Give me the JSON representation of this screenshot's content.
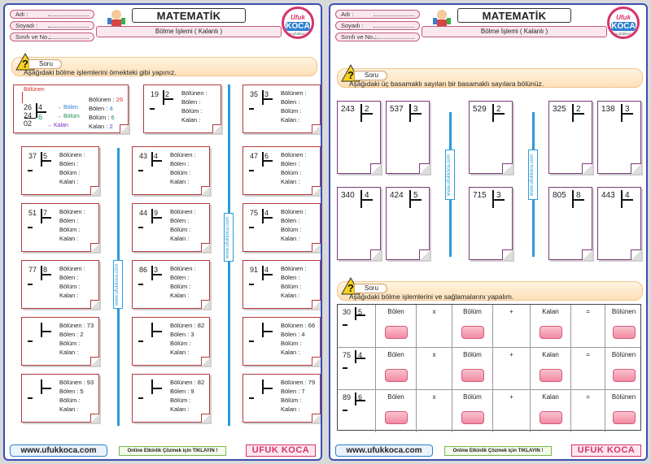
{
  "header": {
    "fields": [
      "Adı :",
      "Soyadı :",
      "Sınıfı ve No :"
    ],
    "title": "MATEMATİK",
    "subtitle": "Bölme İşlemi ( Kalanlı )",
    "logo_top": "Ufuk",
    "logo_mid": "KOCA",
    "logo_sub": "www.ufukkoca.com"
  },
  "left": {
    "soru": "Soru",
    "instruction": "Aşağıdaki bölme işlemlerini örnekteki gibi yapınız.",
    "example": {
      "top": "Bölünen",
      "n": "26",
      "d": "4",
      "sub": "24",
      "q": "6",
      "r": "02",
      "labels": [
        "Bölünen : ",
        "Bölen : ",
        "Bölüm : ",
        "Kalan : "
      ],
      "values": [
        "26",
        "4",
        "6",
        "2"
      ],
      "arrows": [
        "Bölen",
        "Bölüm",
        "Kalan"
      ]
    },
    "labels": [
      "Bölünen :",
      "Bölen :",
      "Bölüm :",
      "Kalan :"
    ],
    "cards": [
      {
        "n": "19",
        "d": "2",
        "l": [
          "Bölünen :",
          "Bölen :",
          "Bölüm :",
          "Kalan :"
        ]
      },
      {
        "n": "35",
        "d": "3",
        "l": [
          "Bölünen :",
          "Bölen :",
          "Bölüm :",
          "Kalan :"
        ]
      },
      {
        "n": "37",
        "d": "5",
        "l": [
          "Bölünen :",
          "Bölen :",
          "Bölüm :",
          "Kalan :"
        ]
      },
      {
        "n": "43",
        "d": "4",
        "l": [
          "Bölünen :",
          "Bölen :",
          "Bölüm :",
          "Kalan :"
        ]
      },
      {
        "n": "47",
        "d": "6",
        "l": [
          "Bölünen :",
          "Bölen :",
          "Bölüm :",
          "Kalan :"
        ]
      },
      {
        "n": "51",
        "d": "7",
        "l": [
          "Bölünen :",
          "Bölen :",
          "Bölüm :",
          "Kalan :"
        ]
      },
      {
        "n": "44",
        "d": "9",
        "l": [
          "Bölünen :",
          "Bölen :",
          "Bölüm :",
          "Kalan :"
        ]
      },
      {
        "n": "75",
        "d": "4",
        "l": [
          "Bölünen :",
          "Bölen :",
          "Bölüm :",
          "Kalan :"
        ]
      },
      {
        "n": "77",
        "d": "8",
        "l": [
          "Bölünen :",
          "Bölen :",
          "Bölüm :",
          "Kalan :"
        ]
      },
      {
        "n": "86",
        "d": "3",
        "l": [
          "Bölünen :",
          "Bölen :",
          "Bölüm :",
          "Kalan :"
        ]
      },
      {
        "n": "91",
        "d": "4",
        "l": [
          "Bölünen :",
          "Bölen :",
          "Bölüm :",
          "Kalan :"
        ]
      },
      {
        "n": "",
        "d": "",
        "l": [
          "Bölünen : 73",
          "Bölen : 2",
          "Bölüm :",
          "Kalan :"
        ]
      },
      {
        "n": "",
        "d": "",
        "l": [
          "Bölünen : 82",
          "Bölen : 3",
          "Bölüm :",
          "Kalan :"
        ]
      },
      {
        "n": "",
        "d": "",
        "l": [
          "Bölünen : 66",
          "Bölen : 4",
          "Bölüm :",
          "Kalan :"
        ]
      },
      {
        "n": "",
        "d": "",
        "l": [
          "Bölünen : 93",
          "Bölen : 5",
          "Bölüm :",
          "Kalan :"
        ]
      },
      {
        "n": "",
        "d": "",
        "l": [
          "Bölünen : 82",
          "Bölen : 9",
          "Bölüm :",
          "Kalan :"
        ]
      },
      {
        "n": "",
        "d": "",
        "l": [
          "Bölünen : 79",
          "Bölen : 7",
          "Bölüm :",
          "Kalan :"
        ]
      }
    ],
    "sideurl": "www.ufukkoca.com"
  },
  "right": {
    "soru": "Soru",
    "instruction1": "Aşağıdaki üç basamaklı sayıları bir basamaklı sayılara bölünüz.",
    "divs": [
      [
        "243",
        "2"
      ],
      [
        "537",
        "3"
      ],
      [
        "529",
        "2"
      ],
      [
        "325",
        "2"
      ],
      [
        "138",
        "3"
      ],
      [
        "340",
        "4"
      ],
      [
        "424",
        "5"
      ],
      [
        "715",
        "3"
      ],
      [
        "805",
        "8"
      ],
      [
        "443",
        "4"
      ]
    ],
    "instruction2": "Aşağıdaki bölme işlemlerini ve sağlamalarını yapalım.",
    "grid_rows": [
      [
        "30",
        "5"
      ],
      [
        "75",
        "4"
      ],
      [
        "89",
        "6"
      ]
    ],
    "grid_cols": [
      "Bölen",
      "x",
      "Bölüm",
      "+",
      "Kalan",
      "=",
      "Bölünen"
    ],
    "sideurl": "www.ufukkoca.com"
  },
  "footer": {
    "url": "www.ufukkoca.com",
    "mid": "Online Etkinlik Çözmek için TIKLAYIN !",
    "brand": "UFUK KOCA"
  }
}
